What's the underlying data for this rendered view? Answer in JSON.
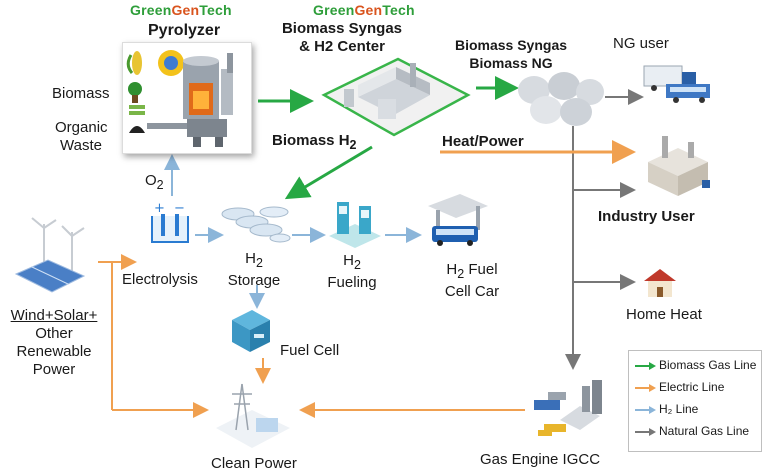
{
  "brand": {
    "part1": "Green",
    "part2": "Gen",
    "part3": "Tech"
  },
  "labels": {
    "pyrolyzer": "Pyrolyzer",
    "syngas_center_line1": "Biomass Syngas",
    "syngas_center_line2": "& H2 Center",
    "biomass_products_line1": "Biomass Syngas",
    "biomass_products_line2": "Biomass NG",
    "ng_user": "NG user",
    "biomass": "Biomass",
    "organic_waste_line1": "Organic",
    "organic_waste_line2": "Waste",
    "biomass_h2_prefix": "Biomass H",
    "biomass_h2_sub": "2",
    "heat_power": "Heat/Power",
    "o2_prefix": "O",
    "o2_sub": "2",
    "industry_user": "Industry User",
    "electrolysis": "Electrolysis",
    "h2_storage_prefix": "H",
    "h2_storage_sub": "2",
    "h2_storage_word": "Storage",
    "h2_fueling_prefix": "H",
    "h2_fueling_sub": "2",
    "h2_fueling_word": "Fueling",
    "h2_car_prefix": "H",
    "h2_car_sub": "2",
    "h2_car_line1_rest": " Fuel",
    "h2_car_line2": "Cell Car",
    "renewable_line1": "Wind+Solar+",
    "renewable_line2": "Other",
    "renewable_line3": "Renewable",
    "renewable_line4": "Power",
    "fuel_cell": "Fuel Cell",
    "home_heat": "Home Heat",
    "clean_power": "Clean Power",
    "gas_engine": "Gas Engine IGCC"
  },
  "legend": [
    {
      "label": "Biomass Gas Line",
      "color": "#27a844"
    },
    {
      "label": "Electric Line",
      "color": "#f0a050"
    },
    {
      "label": "H₂ Line",
      "color": "#8bb5d9"
    },
    {
      "label": "Natural Gas Line",
      "color": "#777777"
    }
  ],
  "colors": {
    "biomass_gas": "#27a844",
    "electric": "#f0a050",
    "h2": "#8bb5d9",
    "natural_gas": "#777777"
  }
}
